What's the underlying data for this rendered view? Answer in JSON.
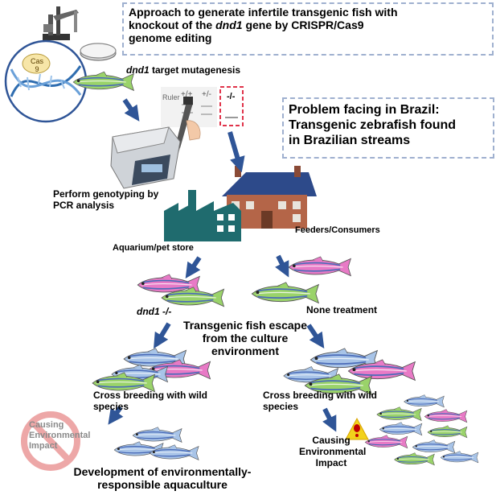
{
  "title_box": {
    "line1": "Approach to generate infertile transgenic fish with",
    "line2_pre": "knockout of the ",
    "line2_gene": "dnd1",
    "line2_post": " gene by CRISPR/Cas9",
    "line3": "genome editing"
  },
  "problem_box": {
    "line1": "Problem facing in Brazil:",
    "line2": "Transgenic zebrafish found",
    "line3": "in Brazilian streams"
  },
  "labels": {
    "target_gene": "dnd1",
    "target_text": " target mutagenesis",
    "cas9": "Cas 9",
    "gel_ruler": "Ruler",
    "gel_wt": "+/+",
    "gel_het": "+/-",
    "gel_ko": "-/-",
    "genotyping_l1": "Perform genotyping by",
    "genotyping_l2": "PCR analysis",
    "feeders": "Feeders/Consumers",
    "aquarium": "Aquarium/pet store",
    "dnd1_ko": "dnd1 -/-",
    "none_treatment": "None treatment",
    "escape_l1": "Transgenic fish escape",
    "escape_l2": "from the culture",
    "escape_l3": "environment",
    "cross_left_l1": "Cross breeding with wild",
    "cross_left_l2": "species",
    "cross_right_l1": "Cross breeding with wild",
    "cross_right_l2": "species",
    "no_impact_l1": "Causing",
    "no_impact_l2": "Environmental",
    "no_impact_l3": "Impact",
    "causing_l1": "Causing",
    "causing_l2": "Environmental",
    "causing_l3": "Impact",
    "development_l1": "Development of environmentally-",
    "development_l2": "responsible aquaculture"
  },
  "icons": [
    "lab-robot-icon",
    "petri-dish-icon",
    "dna-helix-icon",
    "zebrafish-icon",
    "gel-image-icon",
    "pipette-icon",
    "pcr-machine-icon",
    "house-icon",
    "factory-icon",
    "prohibited-icon",
    "warning-icon",
    "arrow-icon"
  ],
  "colors": {
    "arrow": "#2f5597",
    "box_border": "#9fb0cf",
    "prohibited": "#e88a8a",
    "warning": "#f2d21b",
    "fish_green": "#9ad36a",
    "fish_pink": "#e87ac6",
    "fish_blue": "#a8c4e8",
    "gel_dash": "#e0334a"
  }
}
